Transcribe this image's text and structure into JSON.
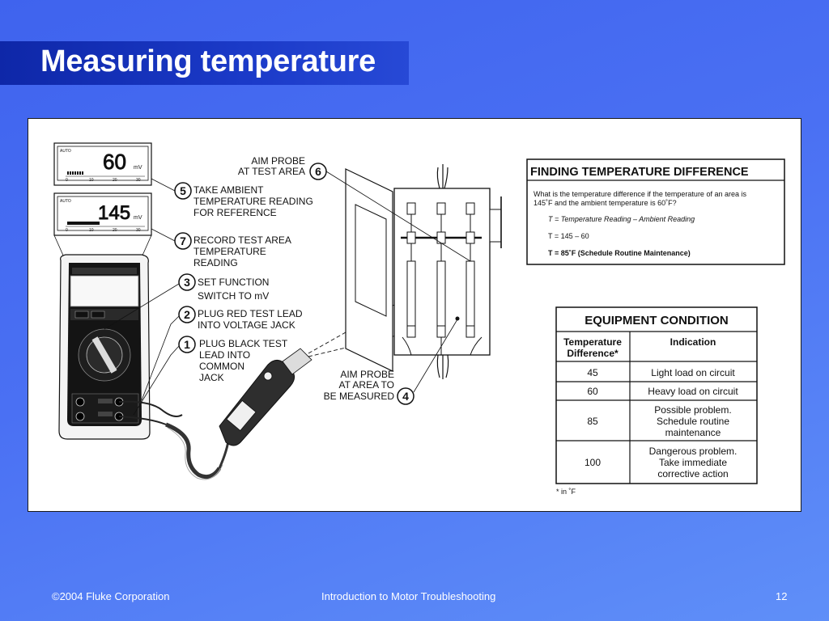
{
  "slide": {
    "title": "Measuring temperature",
    "footer_left": "©2004 Fluke Corporation",
    "footer_center": "Introduction to Motor Troubleshooting",
    "page_number": "12"
  },
  "meter_top": {
    "mode": "AUTO",
    "reading": "60",
    "unit": "mV",
    "scale": [
      "0",
      "10",
      "20",
      "30"
    ]
  },
  "meter_bottom": {
    "mode": "AUTO",
    "reading": "145",
    "unit": "mV",
    "scale": [
      "0",
      "10",
      "20",
      "30"
    ]
  },
  "steps": [
    {
      "num": "1",
      "lines": [
        "PLUG BLACK TEST",
        "LEAD INTO",
        "COMMON",
        "JACK"
      ]
    },
    {
      "num": "2",
      "lines": [
        "PLUG RED TEST LEAD",
        "INTO VOLTAGE JACK"
      ]
    },
    {
      "num": "3",
      "lines": [
        "SET FUNCTION",
        "SWITCH TO mV"
      ]
    },
    {
      "num": "4",
      "lines": [
        "AIM PROBE",
        "AT AREA TO",
        "BE MEASURED"
      ]
    },
    {
      "num": "5",
      "lines": [
        "TAKE AMBIENT",
        "TEMPERATURE READING",
        "FOR REFERENCE"
      ]
    },
    {
      "num": "6",
      "lines": [
        "AIM PROBE",
        "AT TEST AREA"
      ]
    },
    {
      "num": "7",
      "lines": [
        "RECORD TEST AREA",
        "TEMPERATURE",
        "READING"
      ]
    }
  ],
  "finding_box": {
    "title": "FINDING TEMPERATURE DIFFERENCE",
    "question_lines": [
      "What is the temperature difference if the temperature of an area is",
      "145˚F and the ambient temperature is 60˚F?"
    ],
    "formula": "T = Temperature Reading – Ambient Reading",
    "substitution": "T = 145 – 60",
    "result": "T = 85˚F (Schedule Routine Maintenance)"
  },
  "equipment_table": {
    "title": "EQUIPMENT CONDITION",
    "headers": [
      [
        "Temperature",
        "Difference*"
      ],
      [
        "Indication"
      ]
    ],
    "rows": [
      {
        "diff": "45",
        "indication": [
          "Light load on circuit"
        ]
      },
      {
        "diff": "60",
        "indication": [
          "Heavy load on circuit"
        ]
      },
      {
        "diff": "85",
        "indication": [
          "Possible problem.",
          "Schedule routine",
          "maintenance"
        ]
      },
      {
        "diff": "100",
        "indication": [
          "Dangerous problem.",
          "Take immediate",
          "corrective action"
        ]
      }
    ],
    "footnote": "* in ˚F"
  }
}
